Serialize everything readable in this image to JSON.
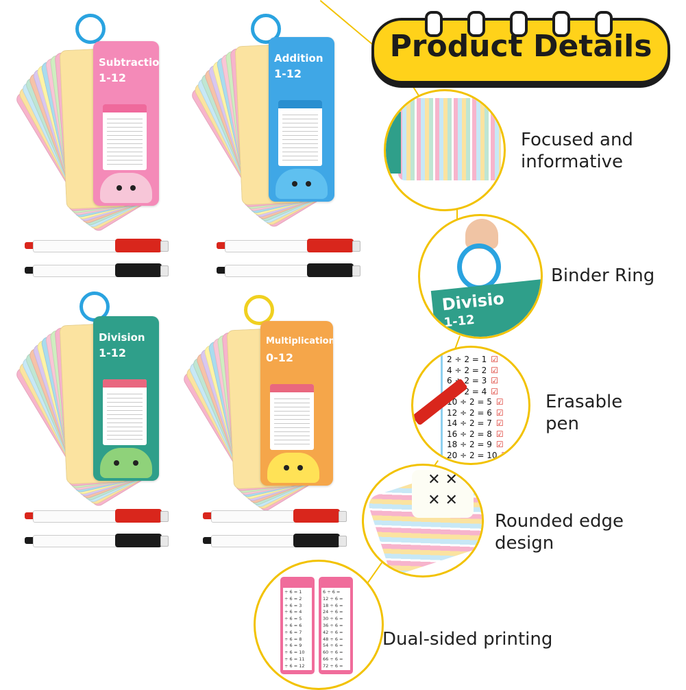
{
  "header": {
    "title": "Product Details"
  },
  "decks": [
    {
      "title": "Subtraction",
      "range": "1-12",
      "card_color": "#f48ab8",
      "head_color": "#ef6a9c",
      "ring_color": "#2aa3e0",
      "face_color": "#f7c6d8"
    },
    {
      "title": "Addition",
      "range": "1-12",
      "card_color": "#3fa7e6",
      "head_color": "#2a8fd0",
      "ring_color": "#2aa3e0",
      "face_color": "#5fc0f0"
    },
    {
      "title": "Division",
      "range": "1-12",
      "card_color": "#2f9f8a",
      "head_color": "#e9677f",
      "ring_color": "#2aa3e0",
      "face_color": "#8fd27a"
    },
    {
      "title": "Multiplication",
      "range": "0-12",
      "card_color": "#f5a64a",
      "head_color": "#e9677f",
      "ring_color": "#f0d020",
      "face_color": "#ffe256"
    }
  ],
  "markers": {
    "red": "#d9261c",
    "black": "#1a1a1a"
  },
  "callouts": [
    {
      "label_line1": "Focused and",
      "label_line2": "informative"
    },
    {
      "label_line1": "Binder Ring",
      "label_line2": ""
    },
    {
      "label_line1": "Erasable",
      "label_line2": "pen"
    },
    {
      "label_line1": "Rounded edge",
      "label_line2": "design"
    },
    {
      "label_line1": "Dual-sided printing",
      "label_line2": ""
    }
  ],
  "erasable_detail": {
    "rows": [
      "2 ÷ 2 = 1",
      "4 ÷ 2 = 2",
      "6 ÷ 2 = 3",
      "8 ÷ 2 = 4",
      "10 ÷ 2 = 5",
      "12 ÷ 2 = 6",
      "14 ÷ 2 = 7",
      "16 ÷ 2 = 8",
      "18 ÷ 2 = 9",
      "20 ÷ 2 = 10"
    ]
  },
  "binder_detail": {
    "card_word": "Divisio",
    "card_range": "1-12"
  },
  "dual_detail": {
    "left_rows": [
      "÷ 6 = 1",
      "÷ 6 = 2",
      "÷ 6 = 3",
      "÷ 6 = 4",
      "÷ 6 = 5",
      "÷ 6 = 6",
      "÷ 6 = 7",
      "÷ 6 = 8",
      "÷ 6 = 9",
      "÷ 6 = 10",
      "÷ 6 = 11",
      "÷ 6 = 12"
    ],
    "right_rows": [
      "6 ÷ 6 =",
      "12 ÷ 6 =",
      "18 ÷ 6 =",
      "24 ÷ 6 =",
      "30 ÷ 6 =",
      "36 ÷ 6 =",
      "42 ÷ 6 =",
      "48 ÷ 6 =",
      "54 ÷ 6 =",
      "60 ÷ 6 =",
      "66 ÷ 6 =",
      "72 ÷ 6 ="
    ]
  },
  "palette": {
    "accent": "#f2c200",
    "banner_fill": "#ffd21a",
    "outline": "#1c1c1c"
  }
}
